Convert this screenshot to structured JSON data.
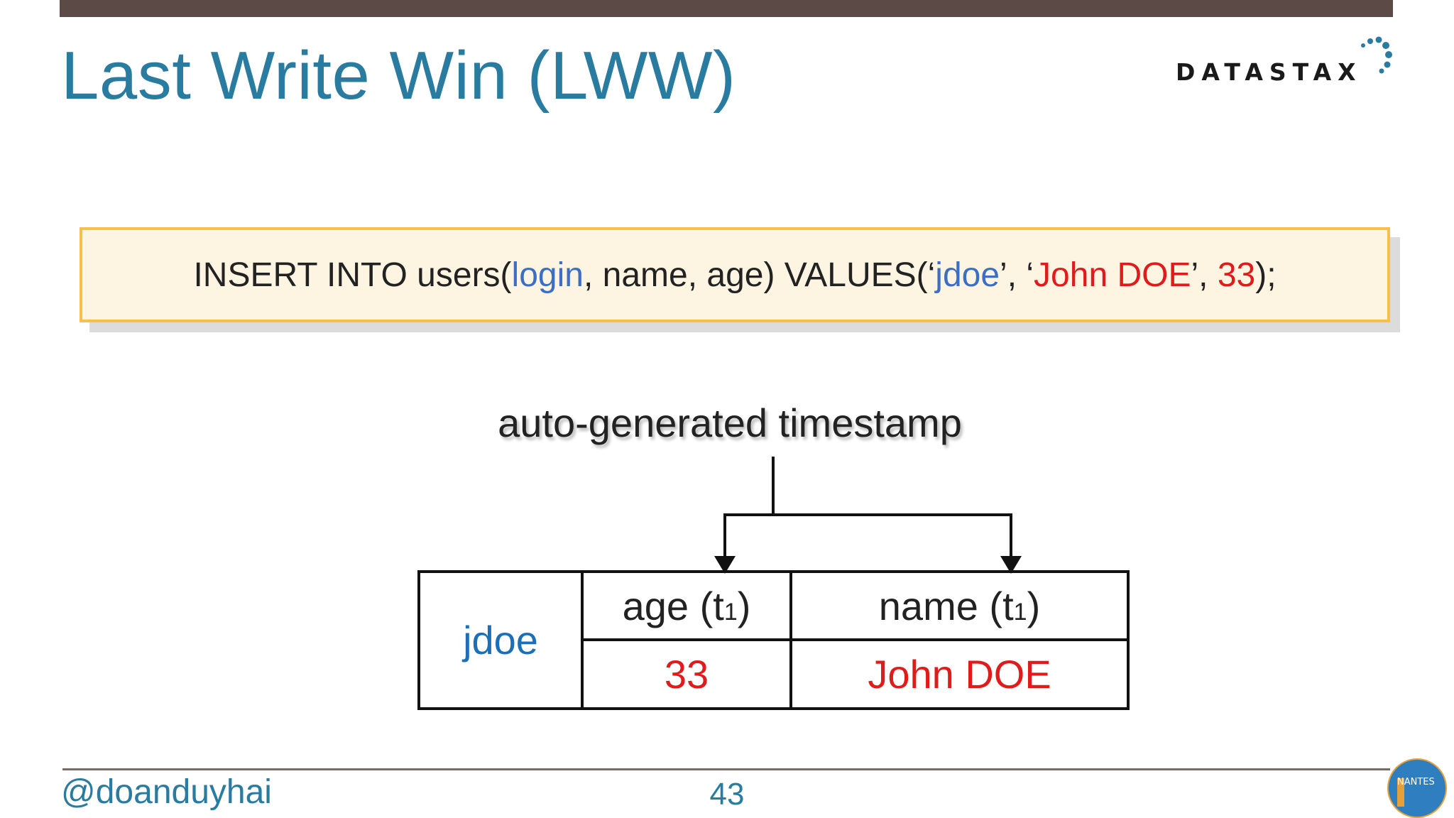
{
  "slide": {
    "title": "Last Write Win (LWW)",
    "logo_text": "DATASTAX",
    "logo_alt": "datastax-logo",
    "code": {
      "prefix": "INSERT INTO users(",
      "login": "login",
      "mid": ", name, age) VALUES(‘",
      "jdoe": "jdoe",
      "sep1": "’, ‘",
      "name_value": "John DOE",
      "sep2": "’, ",
      "age_value": "33",
      "suffix": ");"
    },
    "caption": "auto-generated timestamp",
    "table": {
      "row_key": "jdoe",
      "col1_name": "age ",
      "col1_ts_open": "(t",
      "col1_ts_sub": "1",
      "col1_ts_close": ")",
      "col2_name": "name ",
      "col2_ts_open": "(t",
      "col2_ts_sub": "1",
      "col2_ts_close": ")",
      "col1_value": "33",
      "col2_value": "John DOE"
    },
    "footer": {
      "handle": "@doanduyhai",
      "page_number": "43",
      "badge_text": "NANTES"
    },
    "colors": {
      "title": "#2a7ba0",
      "accent_blue": "#3c6fc4",
      "accent_red": "#e01b1b",
      "box_border": "#f6c04a",
      "box_fill": "#fdf5e2",
      "top_bar": "#5b4a46"
    }
  }
}
